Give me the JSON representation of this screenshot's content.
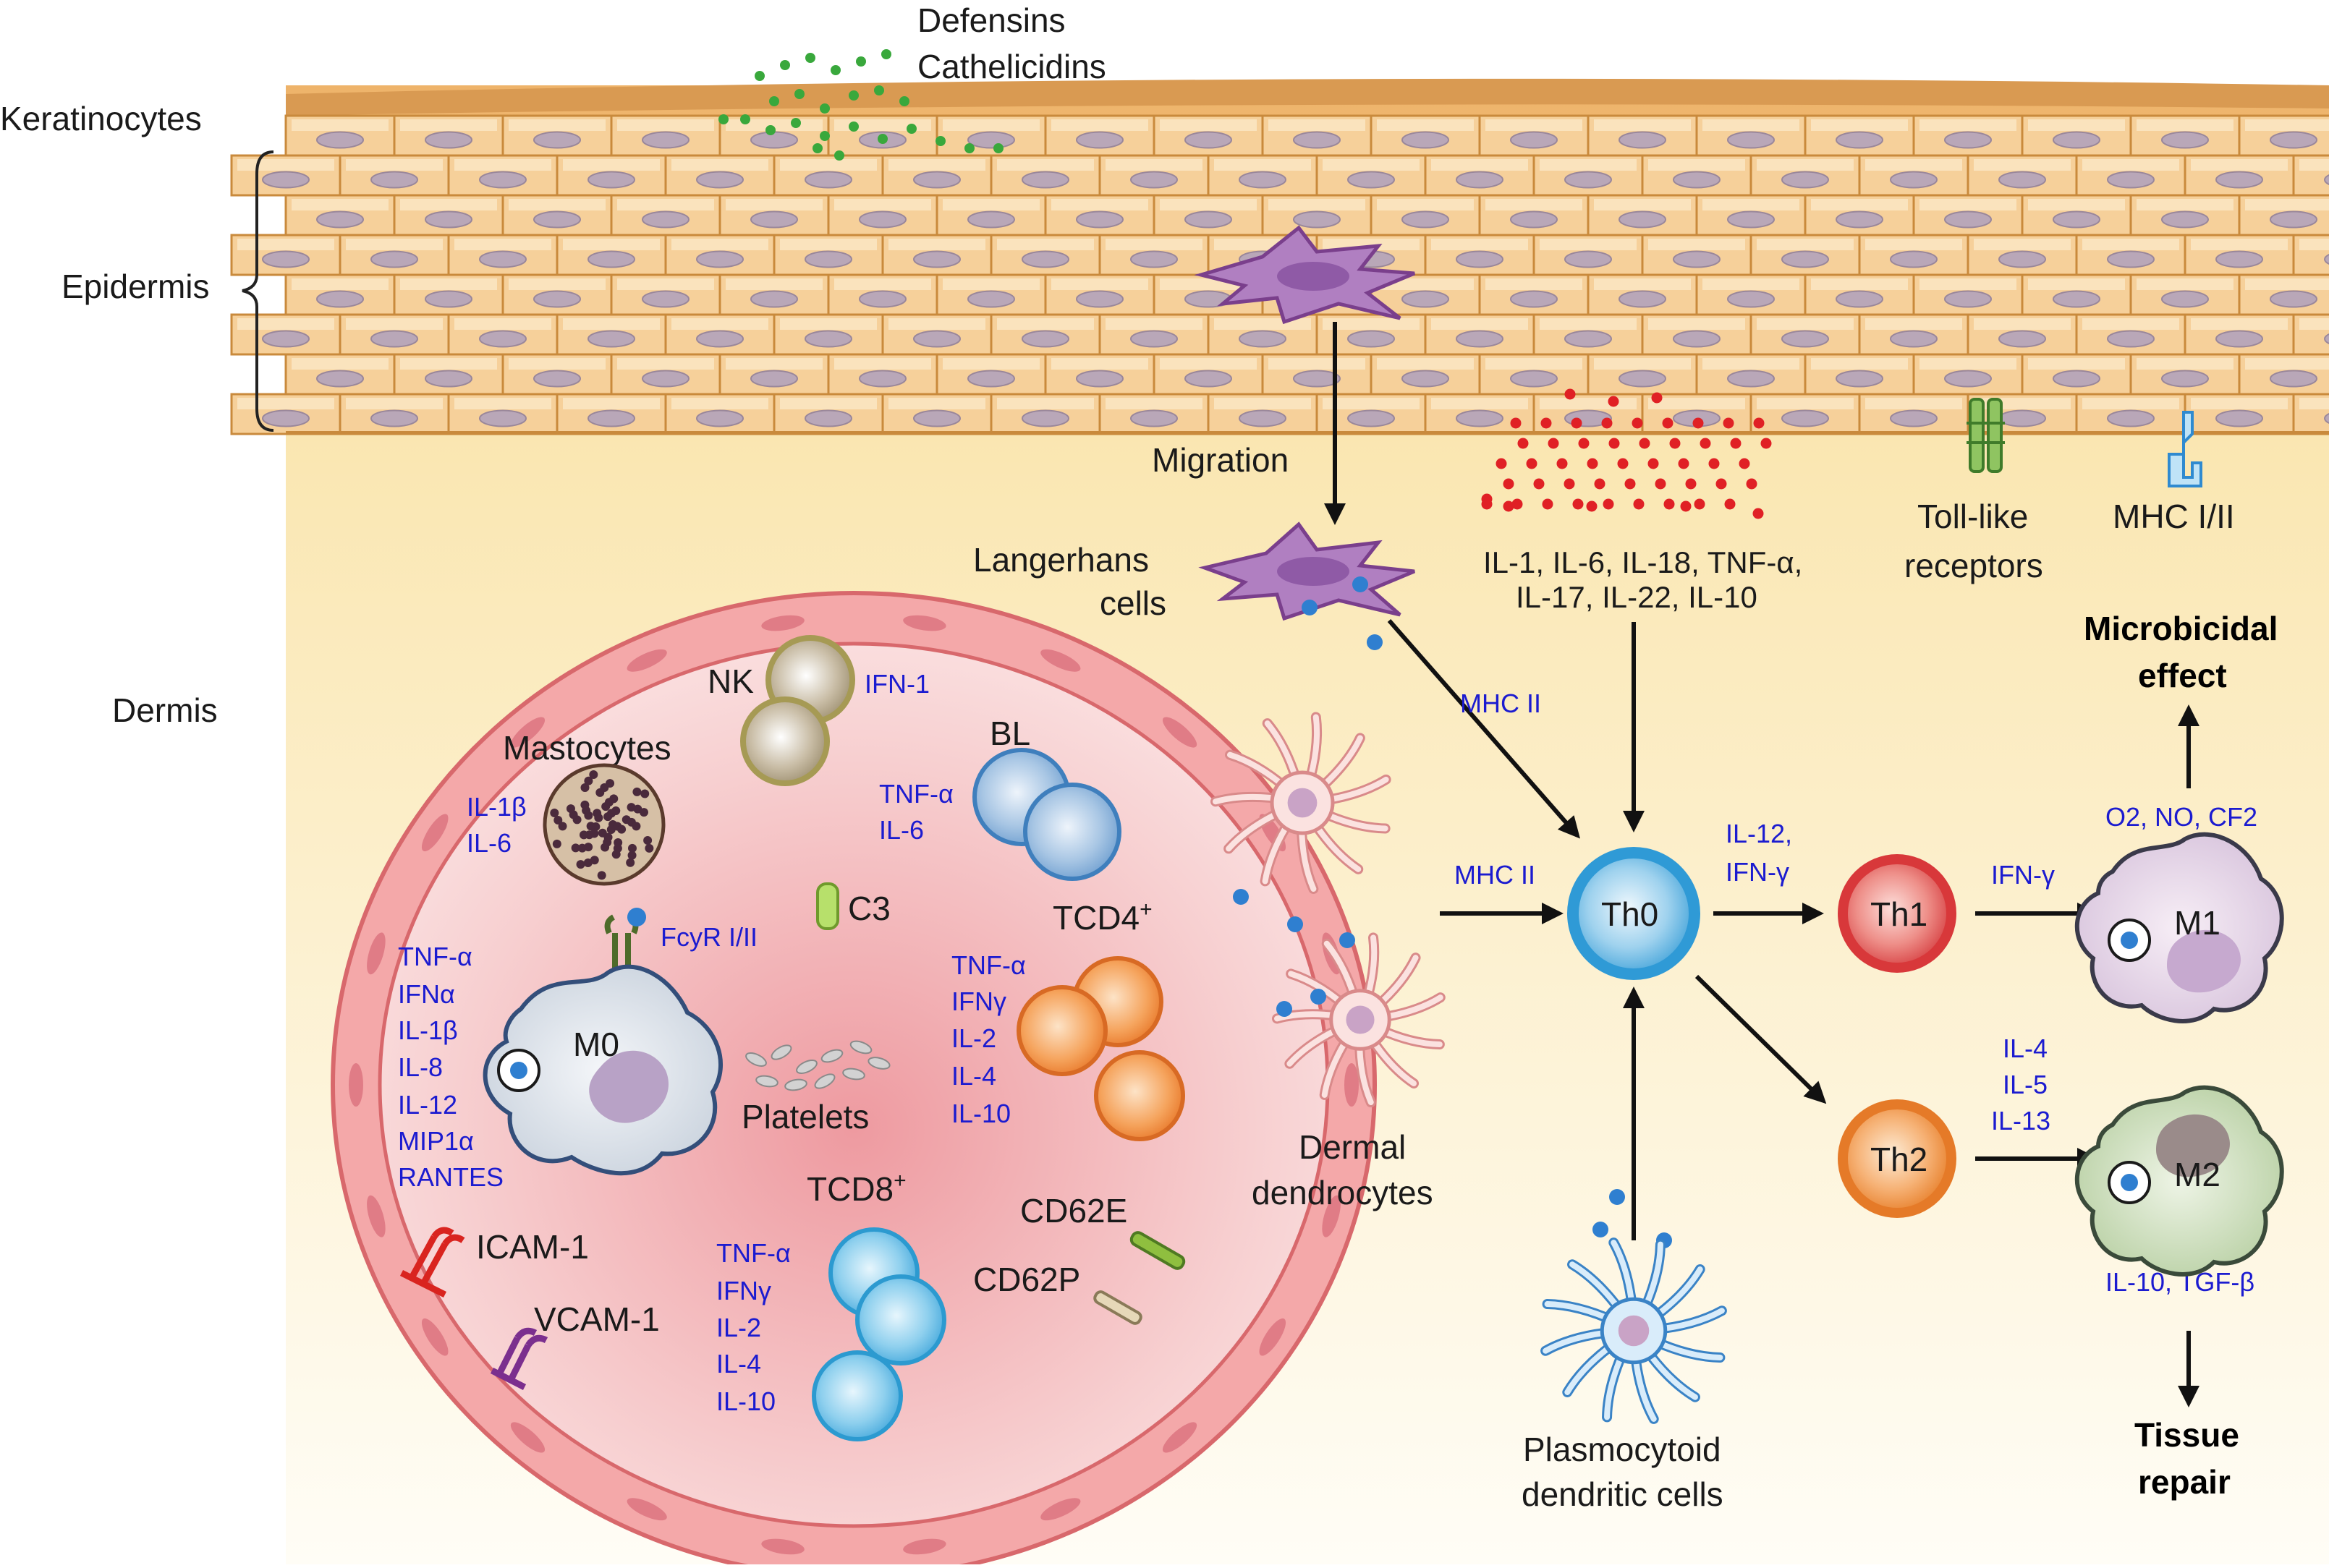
{
  "colors": {
    "dermis_top": "#fae8b6",
    "dermis_bottom": "#fffcf3",
    "epidermis": "#f2c07a",
    "cytokine_text": "#1b1bd0",
    "defensin_dots": "#39a83c",
    "cytokine_dots": "#e02025",
    "antigen_dots": "#2f7fd0"
  },
  "layers": {
    "keratinocytes": "Keratinocytes",
    "epidermis": "Epidermis",
    "dermis": "Dermis"
  },
  "top": {
    "defensins": "Defensins",
    "cathelicidins": "Cathelicidins"
  },
  "migration": "Migration",
  "langerhans": {
    "line1": "Langerhans",
    "line2": "cells"
  },
  "cytokines": {
    "line1": "IL-1, IL-6, IL-18, TNF-α,",
    "line2": "IL-17, IL-22, IL-10"
  },
  "receptors": {
    "tlr_line1": "Toll-like",
    "tlr_line2": "receptors",
    "mhc": "MHC I/II"
  },
  "vessel": {
    "nk": "NK",
    "nk_cytokine": "IFN-1",
    "mastocytes": "Mastocytes",
    "mastocyte_cytokines": [
      "IL-1β",
      "IL-6"
    ],
    "bl": "BL",
    "bl_cytokines": [
      "TNF-α",
      "IL-6"
    ],
    "c3": "C3",
    "fcyr": "FcyR I/II",
    "m0": "M0",
    "m0_cytokines": [
      "TNF-α",
      "IFNα",
      "IL-1β",
      "IL-8",
      "IL-12",
      "MIP1α",
      "RANTES"
    ],
    "platelets": "Platelets",
    "tcd4": "TCD4",
    "tcd4_sup": "+",
    "tcd4_cytokines": [
      "TNF-α",
      "IFNγ",
      "IL-2",
      "IL-4",
      "IL-10"
    ],
    "tcd8": "TCD8",
    "tcd8_sup": "+",
    "tcd8_cytokines": [
      "TNF-α",
      "IFNγ",
      "IL-2",
      "IL-4",
      "IL-10"
    ],
    "cd62e": "CD62E",
    "cd62p": "CD62P",
    "icam": "ICAM-1",
    "vcam": "VCAM-1"
  },
  "dermal": {
    "line1": "Dermal",
    "line2": "dendrocytes"
  },
  "plasmocytoid": {
    "line1": "Plasmocytoid",
    "line2": "dendritic cells"
  },
  "arrows": {
    "mhc_ii_1": "MHC II",
    "mhc_ii_2": "MHC II",
    "il12_line1": "IL-12,",
    "il12_line2": "IFN-γ",
    "ifn_g": "IFN-γ",
    "th2_cytokines": [
      "IL-4",
      "IL-5",
      "IL-13"
    ],
    "m1_products": "O2, NO, CF2",
    "m2_products": "IL-10, TGF-β"
  },
  "cells": {
    "th0": "Th0",
    "th1": "Th1",
    "th2": "Th2",
    "m1": "M1",
    "m2": "M2"
  },
  "outcomes": {
    "microbicidal_line1": "Microbicidal",
    "microbicidal_line2": "effect",
    "tissue_line1": "Tissue",
    "tissue_line2": "repair"
  }
}
